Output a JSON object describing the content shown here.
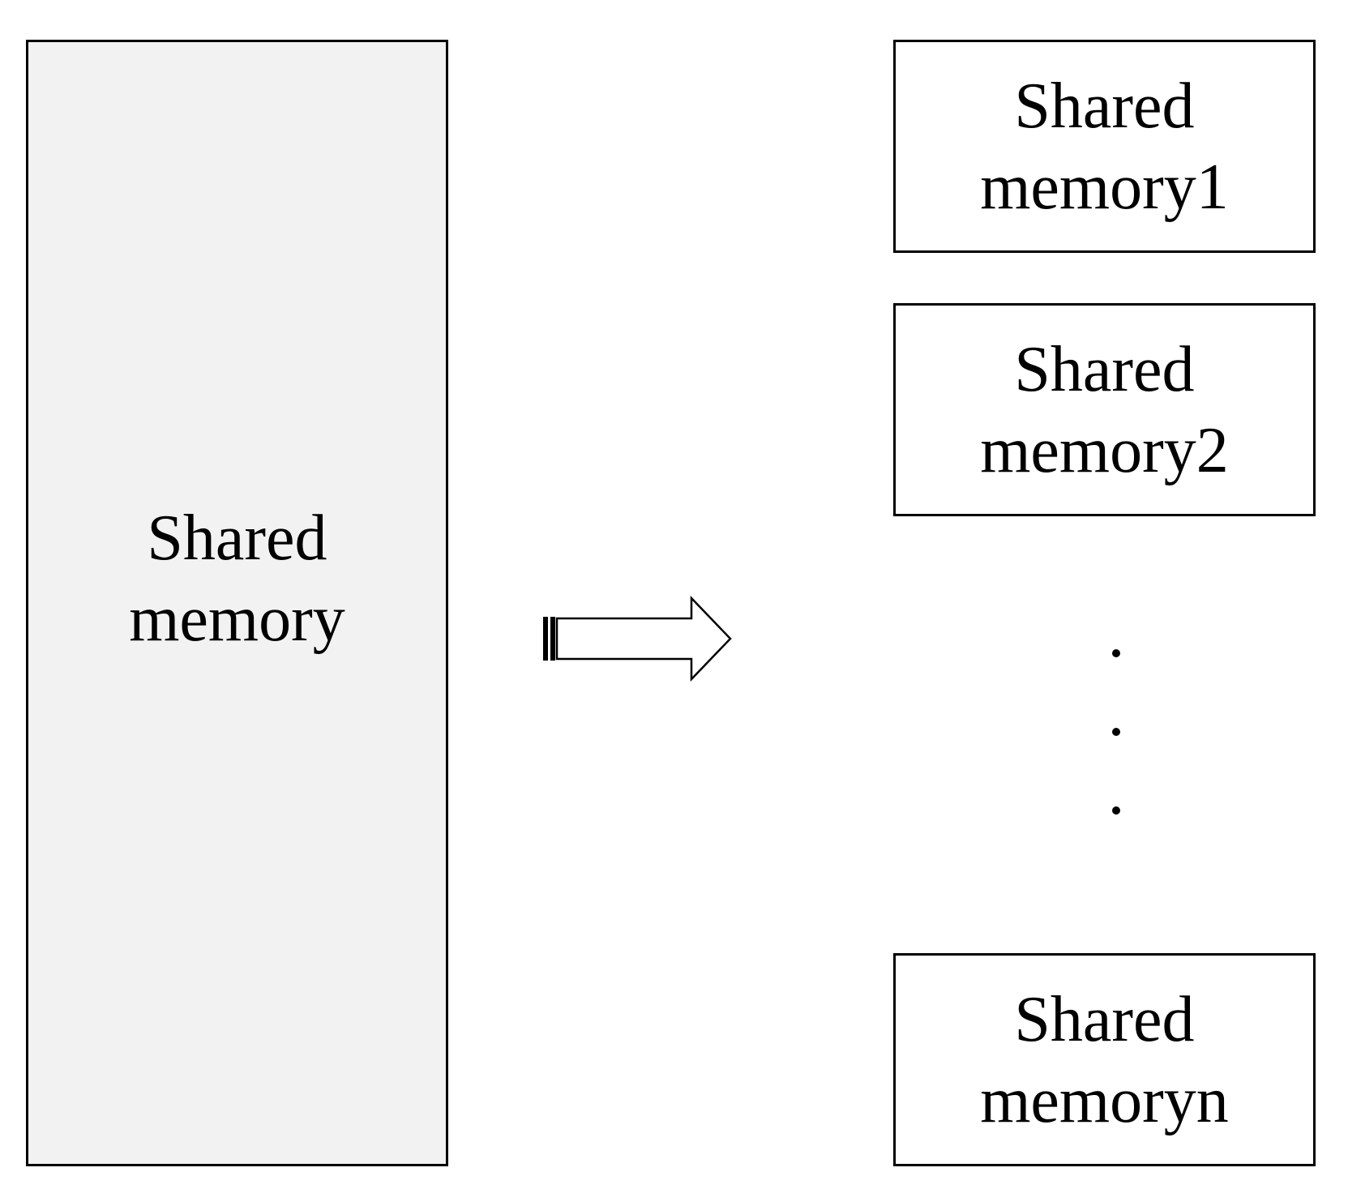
{
  "diagram": {
    "source_block": {
      "line1": "Shared",
      "line2": "memory",
      "fill": "#f2f2f2"
    },
    "partitions": [
      {
        "line1": "Shared",
        "line2": "memory1"
      },
      {
        "line1": "Shared",
        "line2": "memory2"
      },
      {
        "line1": "Shared",
        "line2": "memoryn"
      }
    ],
    "ellipsis_dots": [
      ".",
      ".",
      "."
    ],
    "arrow": {
      "icon": "right-block-arrow-icon",
      "direction": "right"
    },
    "colors": {
      "stroke": "#000000",
      "background": "#ffffff"
    }
  }
}
